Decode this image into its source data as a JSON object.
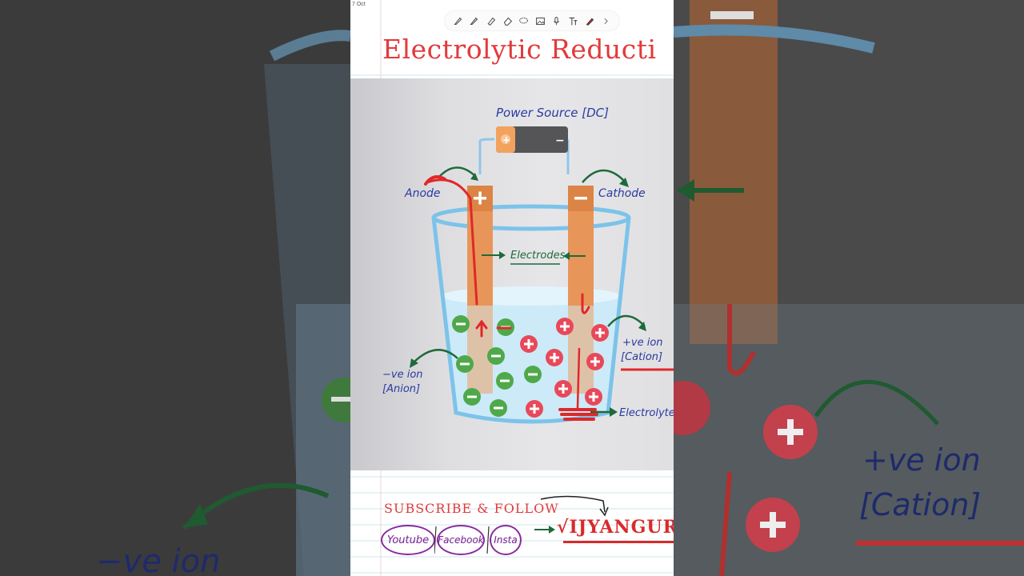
{
  "note": {
    "date": "7 Oct"
  },
  "toolbar": {
    "tools": [
      "pen-icon",
      "pencil-icon",
      "marker-icon",
      "eraser-icon",
      "lasso-icon",
      "image-icon",
      "mic-icon",
      "text-icon",
      "color-pen-icon",
      "chevron-right-icon"
    ]
  },
  "page": {
    "title": "Electrolytic Reducti"
  },
  "diagram": {
    "power_source": "Power Source [DC]",
    "battery_positive": "+",
    "battery_negative": "−",
    "anode": "Anode",
    "cathode": "Cathode",
    "electrodes": "Electrodes",
    "positive_ion": "+ve ion",
    "cation": "[Cation]",
    "negative_ion": "−ve ion",
    "anion": "[Anion]",
    "electrolyte": "Electrolyte",
    "colors": {
      "electrode": "#e8955a",
      "anion": "#4fa84a",
      "cation": "#e8495a",
      "water": "#cdeaf8",
      "arrow": "#1e6a3a",
      "ink_blue": "#2a3aa0",
      "ink_red": "#e02828"
    }
  },
  "footer": {
    "subscribe": "SUBSCRIBE & FOLLOW",
    "youtube": "Youtube",
    "facebook": "Facebook",
    "insta": "Insta",
    "brand": "√IJYANGURU"
  },
  "background": {
    "left_label": "−ve ion",
    "right_label_1": "+ve ion",
    "right_label_2": "[Cation]"
  }
}
